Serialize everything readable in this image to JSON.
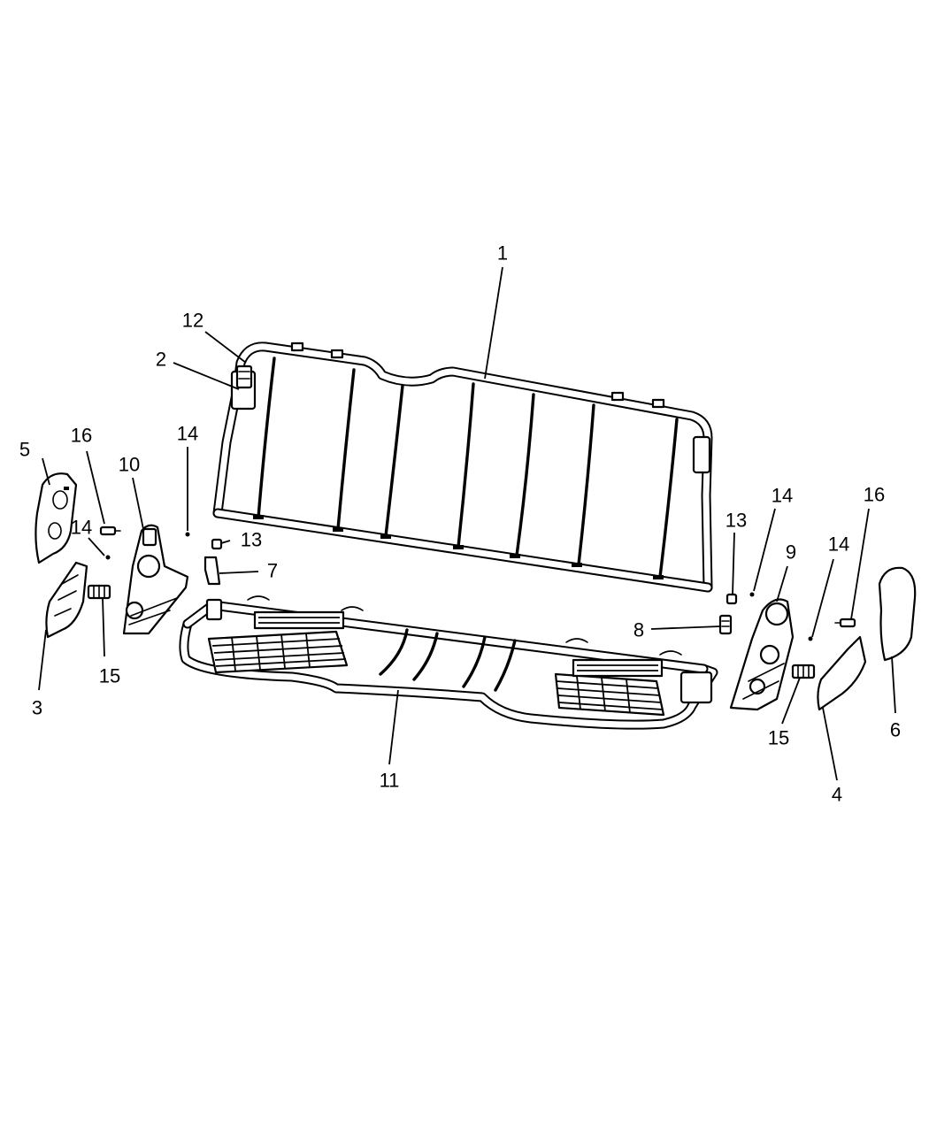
{
  "callouts": [
    {
      "id": "c1",
      "label": "1"
    },
    {
      "id": "c2",
      "label": "2"
    },
    {
      "id": "c3",
      "label": "3"
    },
    {
      "id": "c4",
      "label": "4"
    },
    {
      "id": "c5",
      "label": "5"
    },
    {
      "id": "c6",
      "label": "6"
    },
    {
      "id": "c7",
      "label": "7"
    },
    {
      "id": "c8",
      "label": "8"
    },
    {
      "id": "c9",
      "label": "9"
    },
    {
      "id": "c10",
      "label": "10"
    },
    {
      "id": "c11",
      "label": "11"
    },
    {
      "id": "c12",
      "label": "12"
    },
    {
      "id": "c13a",
      "label": "13"
    },
    {
      "id": "c13b",
      "label": "13"
    },
    {
      "id": "c14a",
      "label": "14"
    },
    {
      "id": "c14b",
      "label": "14"
    },
    {
      "id": "c14c",
      "label": "14"
    },
    {
      "id": "c14d",
      "label": "14"
    },
    {
      "id": "c15a",
      "label": "15"
    },
    {
      "id": "c15b",
      "label": "15"
    },
    {
      "id": "c16a",
      "label": "16"
    },
    {
      "id": "c16b",
      "label": "16"
    }
  ]
}
